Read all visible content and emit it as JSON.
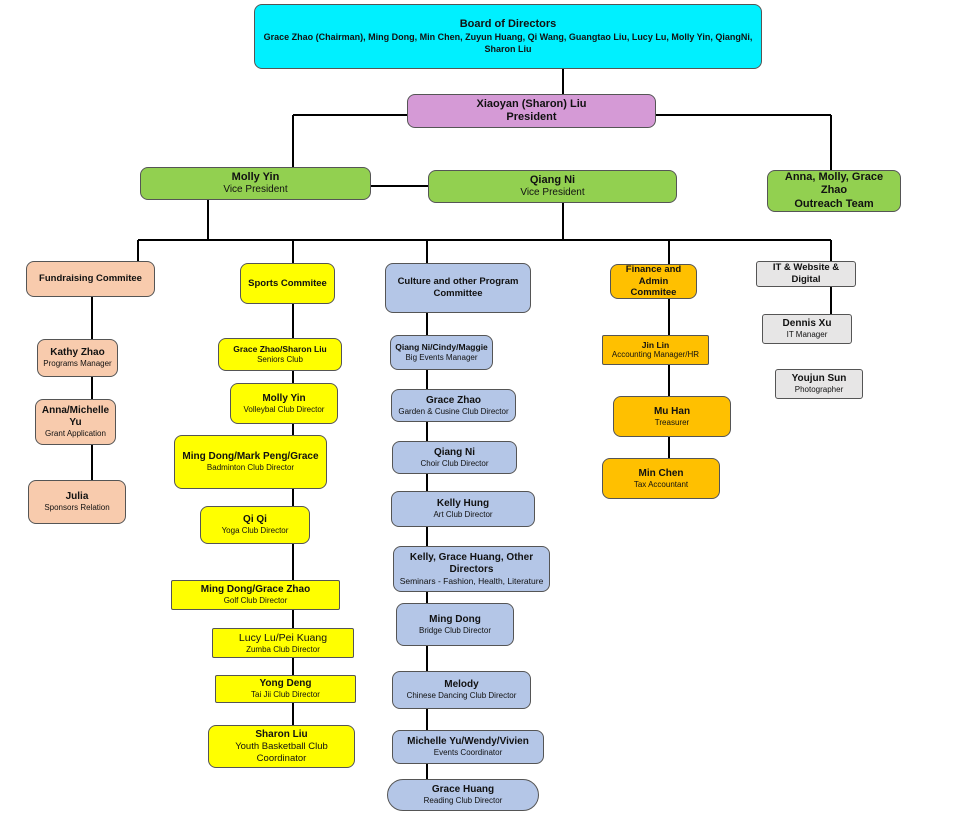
{
  "colors": {
    "board": "#00f0ff",
    "president": "#d59ad6",
    "vice_president": "#92d050",
    "fundraising": "#f8cbad",
    "sports": "#ffff00",
    "culture": "#b4c6e7",
    "finance": "#ffc000",
    "it": "#e7e6e6",
    "connector": "#000000"
  },
  "board": {
    "title": "Board of Directors",
    "members": "Grace Zhao (Chairman), Ming Dong, Min Chen, Zuyun Huang, Qi Wang, Guangtao Liu, Lucy Lu, Molly Yin, QiangNi, Sharon Liu"
  },
  "president": {
    "name": "Xiaoyan (Sharon) Liu",
    "role": "President"
  },
  "vp_molly": {
    "name": "Molly Yin",
    "role": "Vice President"
  },
  "vp_qiang": {
    "name": "Qiang Ni",
    "role": "Vice President"
  },
  "outreach": {
    "names": "Anna, Molly, Grace Zhao",
    "role": "Outreach Team"
  },
  "fundraising": {
    "title": "Fundraising Commitee",
    "members": [
      {
        "name": "Kathy Zhao",
        "role": "Programs Manager"
      },
      {
        "name": "Anna/Michelle Yu",
        "role": "Grant Application"
      },
      {
        "name": "Julia",
        "role": "Sponsors Relation"
      }
    ]
  },
  "sports": {
    "title": "Sports Commitee",
    "members": [
      {
        "name": "Grace Zhao/Sharon Liu",
        "role": "Seniors Club"
      },
      {
        "name": "Molly Yin",
        "role": "Volleybal Club Director"
      },
      {
        "name": "Ming Dong/Mark Peng/Grace",
        "role": "Badminton Club Director"
      },
      {
        "name": "Qi Qi",
        "role": "Yoga Club Director"
      },
      {
        "name": "Ming Dong/Grace Zhao",
        "role": "Golf Club Director"
      },
      {
        "name": "Lucy Lu/Pei Kuang",
        "role": "Zumba Club Director"
      },
      {
        "name": "Yong Deng",
        "role": "Tai Jii Club Director"
      },
      {
        "name": "Sharon Liu",
        "role": "Youth Basketball Club Coordinator"
      }
    ]
  },
  "culture": {
    "title": "Culture and other Program Committee",
    "members": [
      {
        "name": "Qiang Ni/Cindy/Maggie",
        "role": "Big Events Manager"
      },
      {
        "name": "Grace Zhao",
        "role": "Garden & Cusine Club Director"
      },
      {
        "name": "Qiang Ni",
        "role": "Choir Club Director"
      },
      {
        "name": "Kelly Hung",
        "role": "Art Club Director"
      },
      {
        "name": "Kelly, Grace Huang, Other Directors",
        "role": "Seminars - Fashion, Health, Literature"
      },
      {
        "name": "Ming Dong",
        "role": "Bridge Club Director"
      },
      {
        "name": "Melody",
        "role": "Chinese Dancing Club Director"
      },
      {
        "name": "Michelle Yu/Wendy/Vivien",
        "role": "Events Coordinator"
      },
      {
        "name": "Grace Huang",
        "role": "Reading Club Director"
      }
    ]
  },
  "finance": {
    "title": "Finance and Admin Commitee",
    "members": [
      {
        "name": "Jin Lin",
        "role": "Accounting Manager/HR"
      },
      {
        "name": "Mu Han",
        "role": "Treasurer"
      },
      {
        "name": "Min Chen",
        "role": "Tax  Accountant"
      }
    ]
  },
  "it": {
    "title": "IT & Website & Digital",
    "members": [
      {
        "name": "Dennis Xu",
        "role": "IT Manager"
      },
      {
        "name": "Youjun Sun",
        "role": "Photographer"
      }
    ]
  }
}
